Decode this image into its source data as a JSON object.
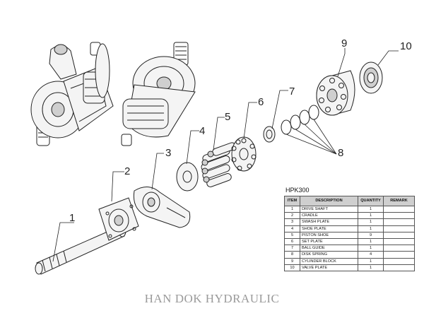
{
  "callouts": [
    "1",
    "2",
    "3",
    "4",
    "5",
    "6",
    "7",
    "8",
    "9",
    "10"
  ],
  "table": {
    "title": "HPK300",
    "headers": [
      "ITEM",
      "DESCRIPTION",
      "QUANTITY",
      "REMARK"
    ],
    "rows": [
      {
        "item": "1",
        "description": "DRIVE SHAFT",
        "quantity": "1",
        "remark": ""
      },
      {
        "item": "2",
        "description": "CRADLE",
        "quantity": "1",
        "remark": ""
      },
      {
        "item": "3",
        "description": "SWASH PLATE",
        "quantity": "1",
        "remark": ""
      },
      {
        "item": "4",
        "description": "SHOE PLATE",
        "quantity": "1",
        "remark": ""
      },
      {
        "item": "5",
        "description": "PISTON SHOE",
        "quantity": "9",
        "remark": ""
      },
      {
        "item": "6",
        "description": "SET PLATE",
        "quantity": "1",
        "remark": ""
      },
      {
        "item": "7",
        "description": "BALL GUIDE",
        "quantity": "1",
        "remark": ""
      },
      {
        "item": "8",
        "description": "DISK SPRING",
        "quantity": "4",
        "remark": ""
      },
      {
        "item": "9",
        "description": "CYLINDER BLOCK",
        "quantity": "1",
        "remark": ""
      },
      {
        "item": "10",
        "description": "VALVE PLATE",
        "quantity": "1",
        "remark": ""
      }
    ]
  },
  "watermark": "HAN DOK HYDRAULIC"
}
